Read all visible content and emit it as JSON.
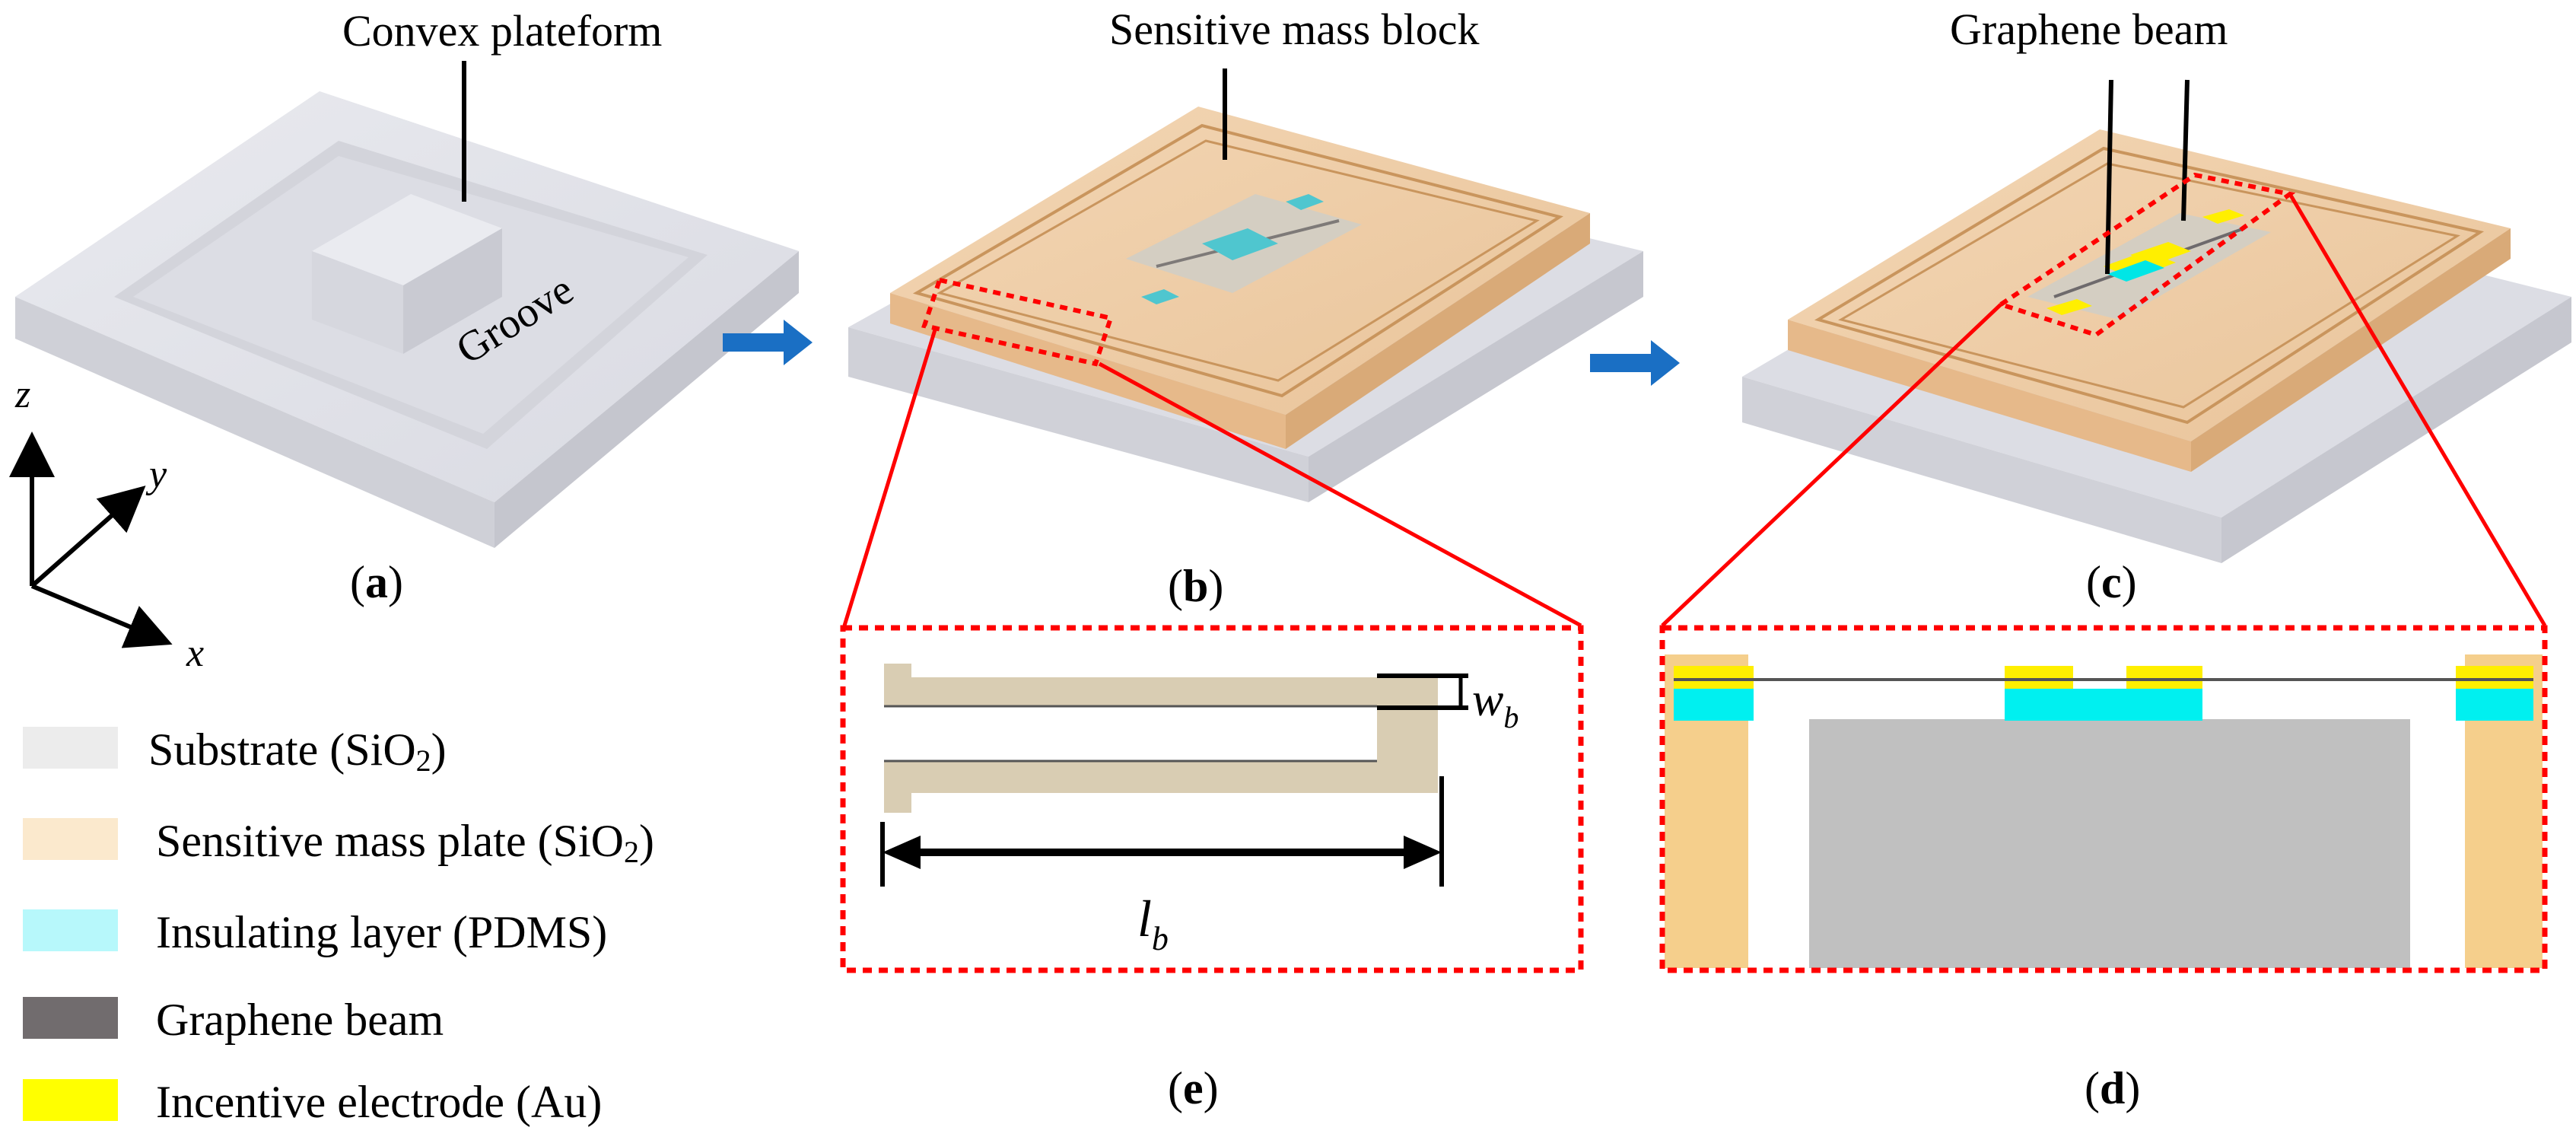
{
  "labels": {
    "convex_platform": "Convex plateform",
    "groove": "Groove",
    "sensitive_mass_block": "Sensitive mass block",
    "graphene_beam_top": "Graphene beam",
    "panel_a": "a",
    "panel_b": "b",
    "panel_c": "c",
    "panel_d": "d",
    "panel_e": "e",
    "axis_z": "z",
    "axis_y": "y",
    "axis_x": "x",
    "w_b_main": "w",
    "w_b_sub": "b",
    "l_b_main": "l",
    "l_b_sub": "b"
  },
  "legend": [
    {
      "label": "Substrate (SiO",
      "sub": "2",
      "tail": ")",
      "color": "#ececec"
    },
    {
      "label": "Sensitive mass plate (SiO",
      "sub": "2",
      "tail": ")",
      "color": "#fbe9cd"
    },
    {
      "label": "Insulating layer (PDMS)",
      "sub": "",
      "tail": "",
      "color": "#b7f8fb"
    },
    {
      "label": "Graphene beam",
      "sub": "",
      "tail": "",
      "color": "#716c6e"
    },
    {
      "label": "Incentive electrode (Au)",
      "sub": "",
      "tail": "",
      "color": "#ffff00"
    }
  ],
  "colors": {
    "substrate": "#e3e4ea",
    "mass_plate": "#f0c99e",
    "mass_plate_section": "#f5cf8c",
    "insulating": "#00f0f0",
    "electrode": "#ffef00",
    "graphene": "#6e6a6c",
    "mass_block_section": "#c0c0c0",
    "beam_tan": "#d9cdb3",
    "highlight_red": "#ff0000",
    "arrow_blue": "#1a6fc4"
  }
}
